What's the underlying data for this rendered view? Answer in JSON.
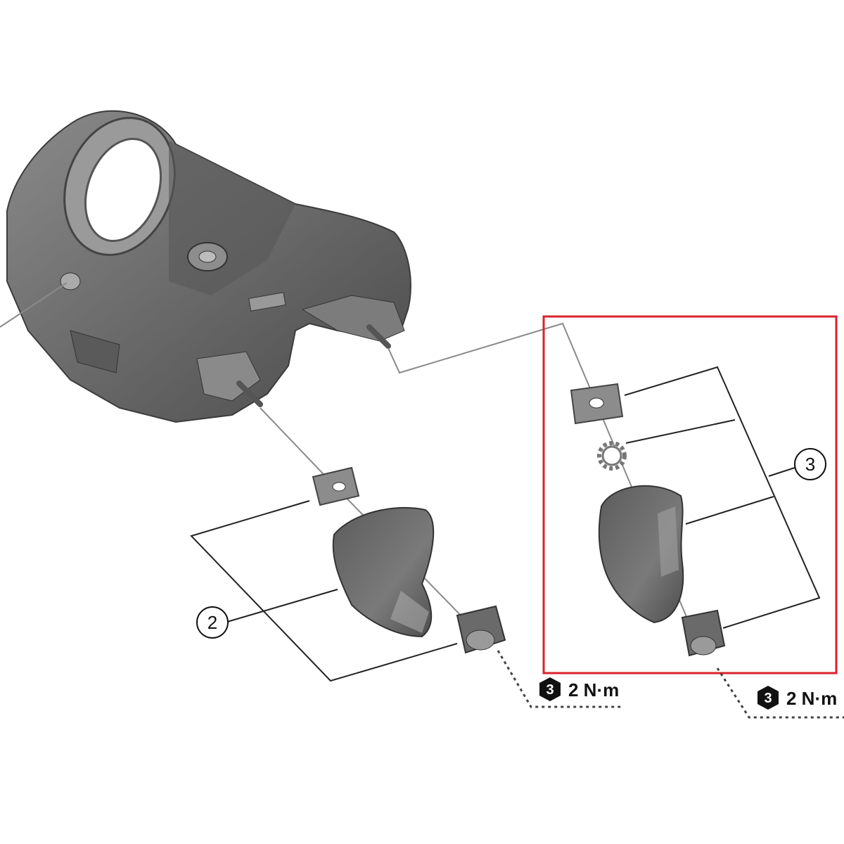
{
  "diagram": {
    "callouts": [
      {
        "number": "2"
      },
      {
        "number": "3"
      }
    ],
    "torque_specs": [
      {
        "tool_size": "3",
        "value": "2 N·m"
      },
      {
        "tool_size": "3",
        "value": "2 N·m"
      }
    ],
    "highlight_color": "#d9232e",
    "part_color": "#6f6f6f"
  }
}
